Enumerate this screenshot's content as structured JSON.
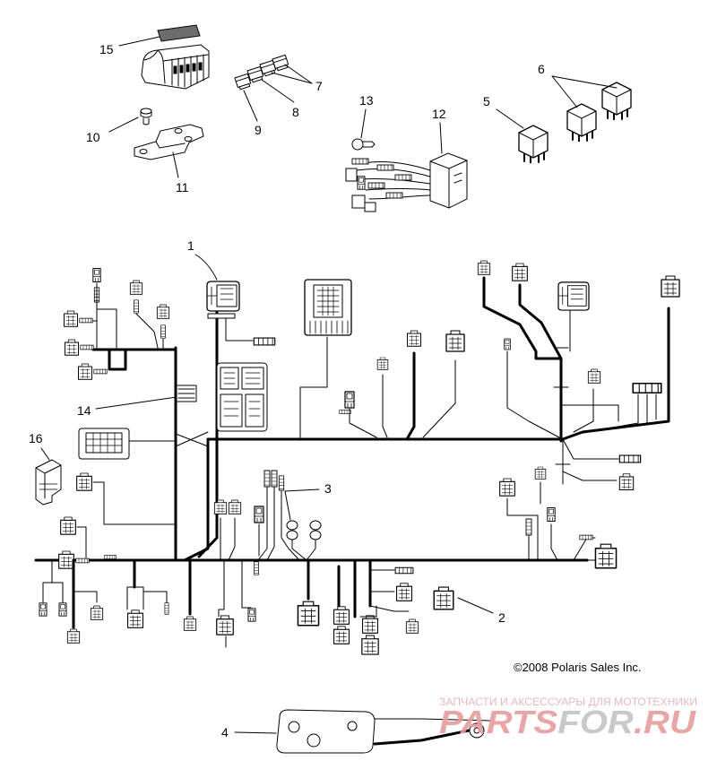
{
  "callouts": {
    "item_1": "1",
    "item_2": "2",
    "item_3": "3",
    "item_4": "4",
    "item_5": "5",
    "item_6": "6",
    "item_7": "7",
    "item_8": "8",
    "item_9": "9",
    "item_10": "10",
    "item_11": "11",
    "item_12": "12",
    "item_13": "13",
    "item_14": "14",
    "item_15": "15",
    "item_16": "16"
  },
  "copyright": "©2008 Polaris Sales Inc.",
  "watermark": {
    "tagline": "ЗАПЧАСТИ И АКСЕССУАРЫ ДЛЯ МОТОТЕХНИКИ",
    "logo_part1": "PARTS",
    "logo_part2": "FOR",
    "logo_part3": ".RU"
  },
  "colors": {
    "line": "#000000",
    "background": "#ffffff",
    "watermark_red": "#e79d9d",
    "watermark_grey": "#c4c4c4"
  }
}
